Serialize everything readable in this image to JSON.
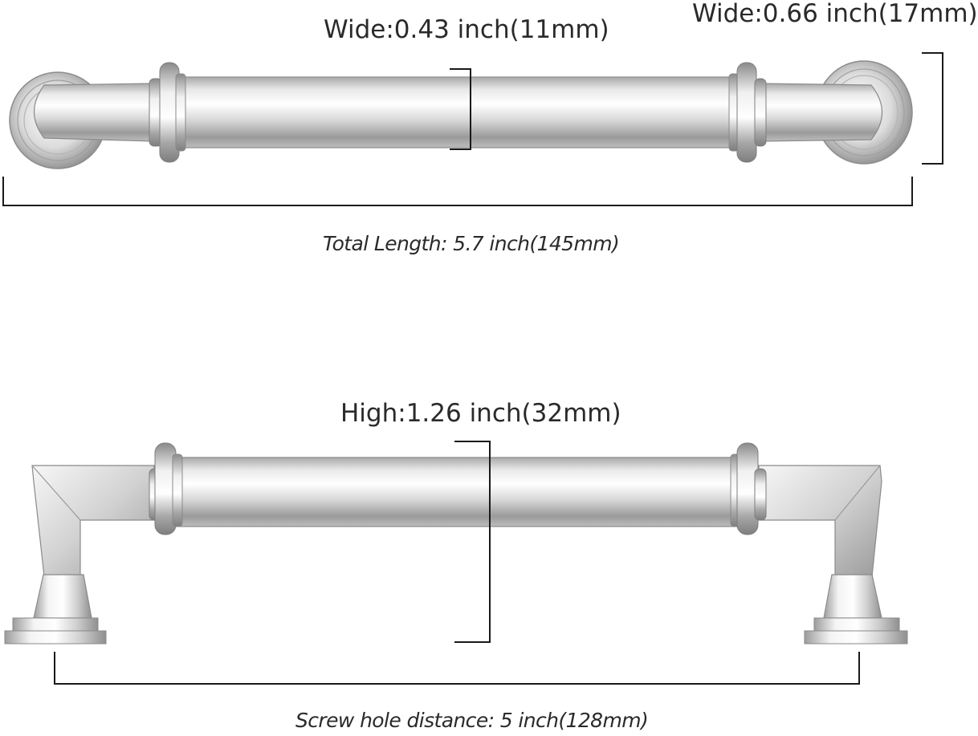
{
  "labels": {
    "top_width_bar": "Wide:0.43 inch(11mm)",
    "top_width_base": "Wide:0.66 inch(17mm)",
    "total_length": "Total Length: 5.7 inch(145mm)",
    "height": "High:1.26 inch(32mm)",
    "screw_hole_distance": "Screw hole distance: 5 inch(128mm)"
  },
  "colors": {
    "background": "#ffffff",
    "text": "#2a2a2a",
    "dimension_line": "#1a1a1a",
    "metal_light": "#f2f2f2",
    "metal_mid": "#c9c9c9",
    "metal_dark": "#8e8e8e"
  }
}
